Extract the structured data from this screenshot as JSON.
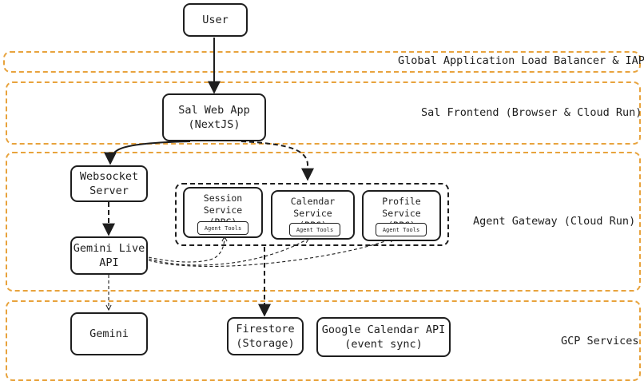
{
  "nodes": {
    "user": "User",
    "web_app": [
      "Sal Web App",
      "(NextJS)"
    ],
    "websocket": [
      "Websocket",
      "Server"
    ],
    "gemini_live": [
      "Gemini Live",
      "API"
    ],
    "session": [
      "Session Service",
      "(RPC)"
    ],
    "calendar": [
      "Calendar Service",
      "(RPC)"
    ],
    "profile": [
      "Profile Service",
      "(RPC)"
    ],
    "agent_tools": "Agent Tools",
    "gemini": "Gemini",
    "firestore": [
      "Firestore",
      "(Storage)"
    ],
    "gcal": [
      "Google Calendar API",
      "(event sync)"
    ]
  },
  "zones": {
    "lb": "Global Application Load Balancer & IAP",
    "frontend": "Sal Frontend (Browser & Cloud Run)",
    "gateway": "Agent Gateway (Cloud Run)",
    "gcp": "GCP Services"
  },
  "colors": {
    "zone_border": "#e8a33d",
    "stroke": "#1e1e1e",
    "background": "#ffffff"
  }
}
